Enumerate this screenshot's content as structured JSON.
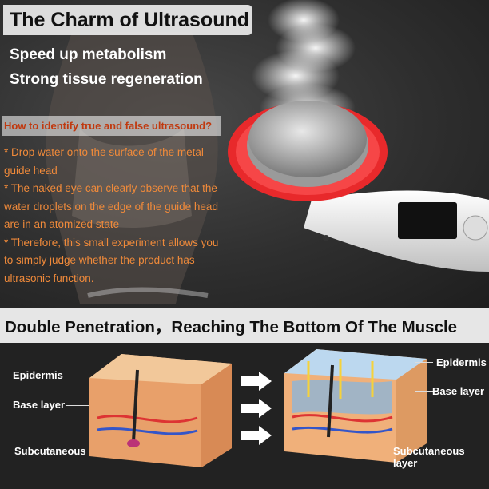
{
  "header": {
    "title": "The Charm of Ultrasound",
    "bullets": [
      "Speed up metabolism",
      "Strong tissue regeneration"
    ]
  },
  "question": "How to identify true and false ultrasound?",
  "explanation": [
    "* Drop water onto the surface of the metal",
    "guide head",
    "* The naked eye can clearly observe that the",
    "water droplets on the edge of the guide head",
    "are in an atomized state",
    "* Therefore, this small experiment allows you",
    "to simply judge whether the product has",
    "ultrasonic function."
  ],
  "banner": "Double Penetration，Reaching The Bottom Of The Muscle",
  "left_labels": {
    "epidermis": "Epidermis",
    "base": "Base layer",
    "subcutaneous": "Subcutaneous layer"
  },
  "right_labels": {
    "epidermis": "Epidermis",
    "base": "Base layer",
    "subcutaneous": "Subcutaneous layer"
  },
  "colors": {
    "question_text": "#c0390f",
    "explain_text": "#f08a3a",
    "ring_red": "#e8292b",
    "skin": "#f0b07a"
  },
  "icons": [
    "steam-icon",
    "ultrasound-device-icon",
    "arrow-right-icon",
    "skin-layer-icon"
  ]
}
